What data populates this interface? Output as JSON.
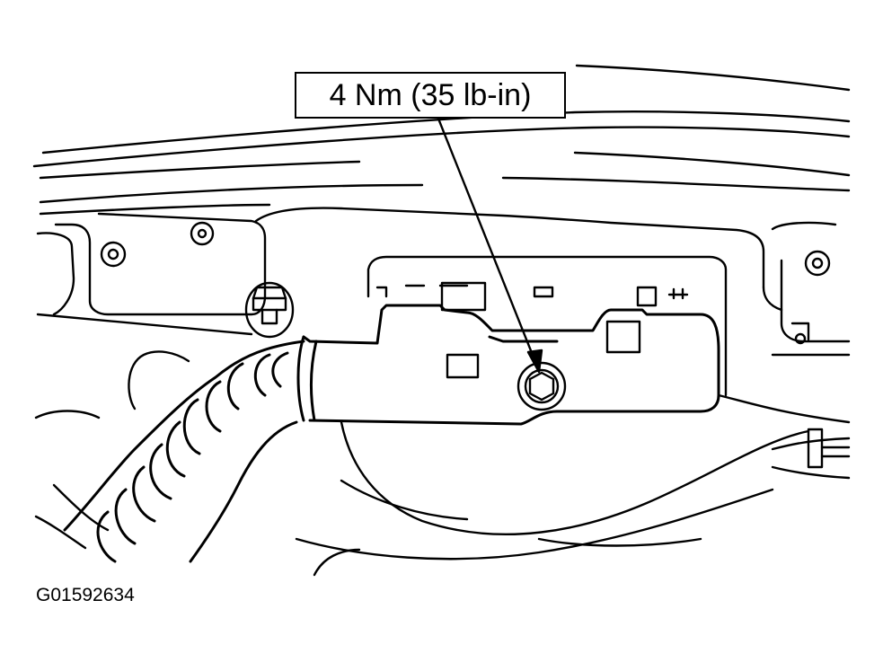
{
  "callout": {
    "label": "4 Nm (35 lb-in)",
    "points_to": "bolt"
  },
  "figure_id": "G01592634",
  "colors": {
    "line": "#000000",
    "background": "#ffffff"
  }
}
